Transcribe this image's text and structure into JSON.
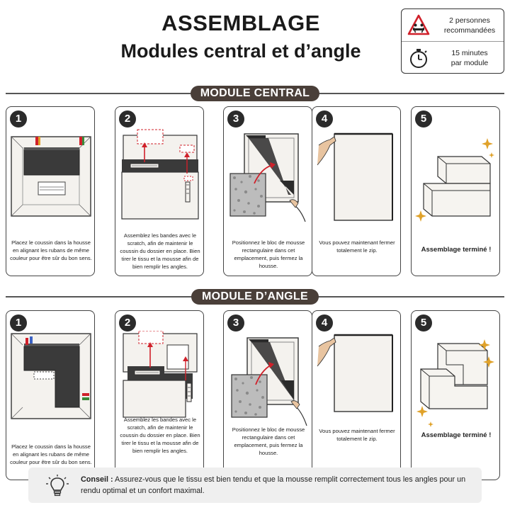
{
  "header": {
    "title": "ASSEMBLAGE",
    "subtitle": "Modules central et d’angle"
  },
  "info": {
    "people_line1": "2 personnes",
    "people_line2": "recommandées",
    "time_line1": "15 minutes",
    "time_line2": "par module"
  },
  "sections": {
    "central": {
      "label": "MODULE CENTRAL",
      "steps": [
        {
          "num": "1",
          "text": "Placez le coussin dans la housse en alignant les rubans de même couleur pour être sûr du bon sens."
        },
        {
          "num": "2",
          "text": "Assemblez les bandes avec le scratch, afin de maintenir le coussin du dossier en place. Bien tirer le tissu et la mousse afin de bien remplir les angles."
        },
        {
          "num": "3",
          "text": "Positionnez le bloc de mousse rectangulaire dans cet emplacement, puis fermez la housse."
        },
        {
          "num": "4",
          "text": "Vous pouvez maintenant fermer totalement le zip."
        },
        {
          "num": "5",
          "text": "Assemblage terminé !"
        }
      ]
    },
    "corner": {
      "label": "MODULE D’ANGLE",
      "steps": [
        {
          "num": "1",
          "text": "Placez le coussin dans la housse en alignant les rubans de même couleur pour être sûr du bon sens."
        },
        {
          "num": "2",
          "text": "Assemblez les bandes avec le scratch, afin de maintenir le coussin du dossier en place. Bien tirer le tissu et la mousse afin de bien remplir les angles."
        },
        {
          "num": "3",
          "text": "Positionnez le bloc de mousse rectangulaire dans cet emplacement, puis fermez la housse."
        },
        {
          "num": "4",
          "text": "Vous pouvez maintenant fermer totalement le zip."
        },
        {
          "num": "5",
          "text": "Assemblage terminé !"
        }
      ]
    }
  },
  "tip": {
    "label": "Conseil :",
    "text": "Assurez-vous que le tissu est bien tendu et que la mousse remplit correctement tous les angles pour un rendu optimal et un confort maximal."
  },
  "colors": {
    "pill": "#4a3f39",
    "arrow": "#d0202a",
    "sparkle": "#e0a22a",
    "cushion": "#3a3a3a",
    "cover": "#f4f2ee"
  },
  "icons": {
    "people": "two-people-warning-icon",
    "time": "stopwatch-icon",
    "tip": "lightbulb-icon"
  }
}
